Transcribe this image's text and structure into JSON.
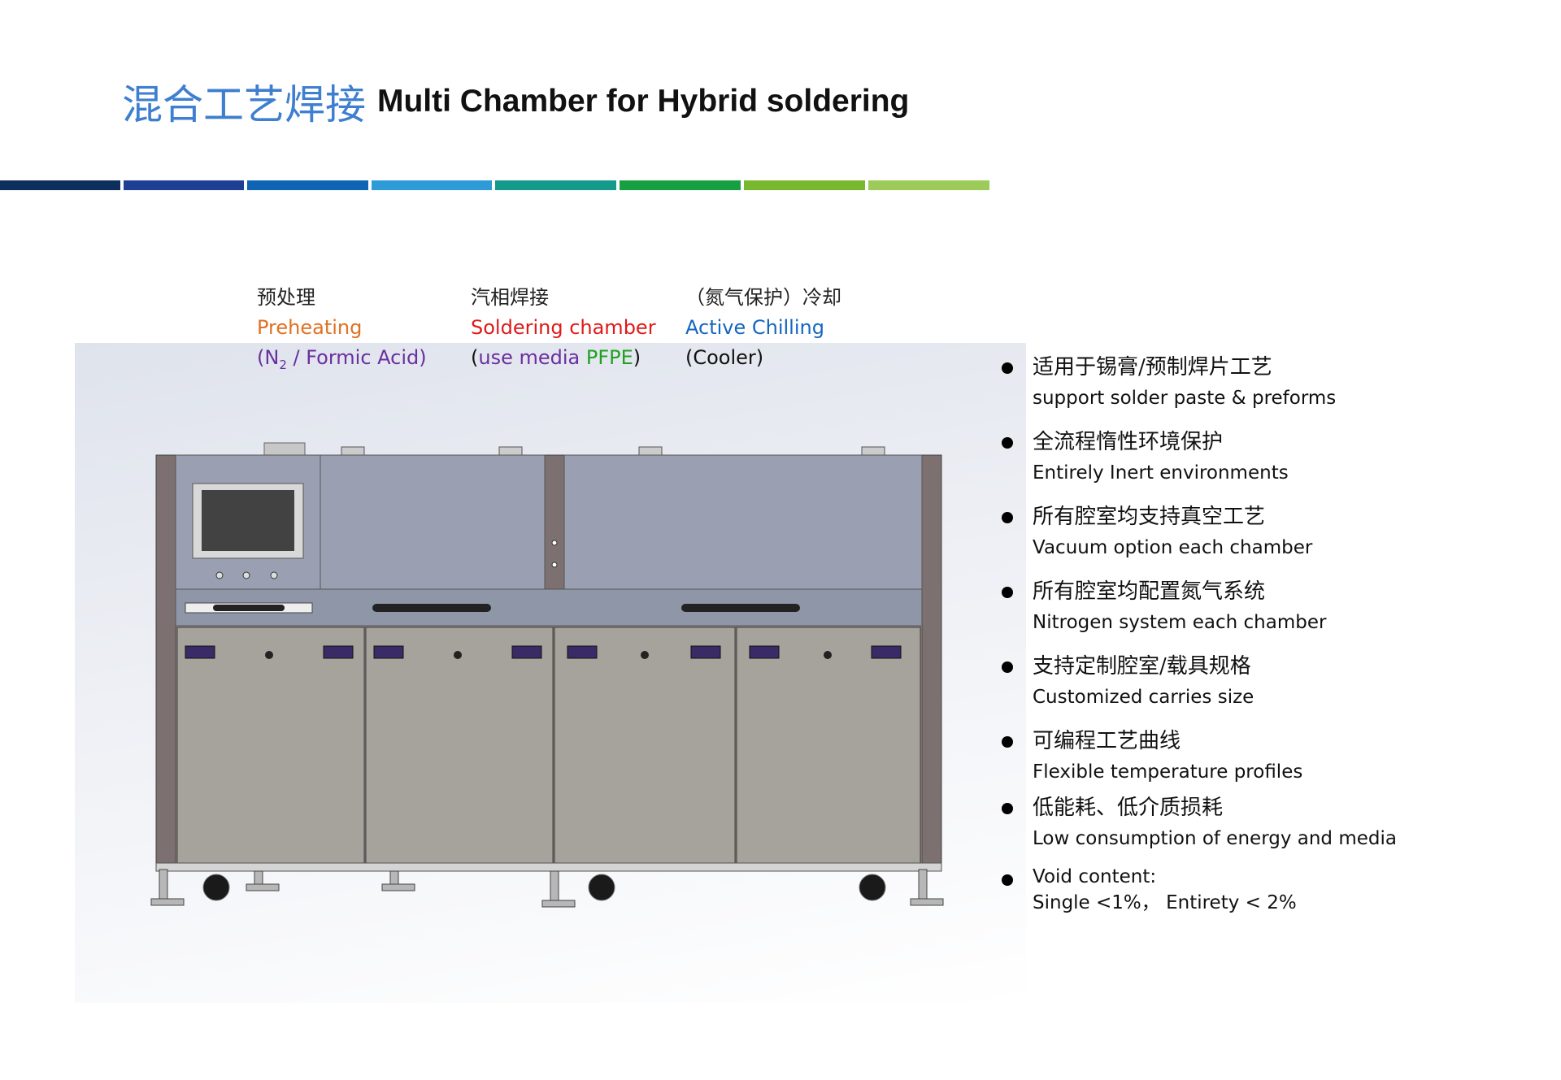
{
  "title": {
    "cn": "混合工艺焊接",
    "en": "Multi Chamber for Hybrid soldering"
  },
  "stripe_colors": [
    "#0d2f5e",
    "#1f3f94",
    "#0f64b4",
    "#2e9ad8",
    "#14998a",
    "#16a043",
    "#79b82e",
    "#9ccb5a"
  ],
  "stages": [
    {
      "cn": "预处理",
      "name": "Preheating",
      "name_color": "#e07020",
      "detail": {
        "pre": "(N",
        "sub": "2",
        "mid": " / Formic Acid)",
        "accent": "",
        "post": ""
      },
      "detail_color": "#6a2fa0"
    },
    {
      "cn": "汽相焊接",
      "name": "Soldering chamber",
      "name_color": "#e01818",
      "detail": {
        "pre": "(",
        "sub": "",
        "mid": "use media ",
        "accent": "PFPE",
        "post": ")"
      },
      "detail_color": "#6a2fa0",
      "accent_color": "#22a022"
    },
    {
      "cn": "（氮气保护）冷却",
      "name": "Active Chilling",
      "name_color": "#1466c0",
      "detail": {
        "pre": "(Cooler)",
        "sub": "",
        "mid": "",
        "accent": "",
        "post": ""
      },
      "detail_color": "#111111"
    }
  ],
  "features": [
    {
      "cn": "适用于锡膏/预制焊片工艺",
      "en": "support solder paste & preforms"
    },
    {
      "cn": "全流程惰性环境保护",
      "en": "Entirely Inert environments"
    },
    {
      "cn": "所有腔室均支持真空工艺",
      "en": "Vacuum option each chamber"
    },
    {
      "cn": "所有腔室均配置氮气系统",
      "en": "Nitrogen system each chamber"
    },
    {
      "cn": "支持定制腔室/载具规格",
      "en": "Customized carries size"
    },
    {
      "cn": "可编程工艺曲线",
      "en": "Flexible temperature profiles"
    },
    {
      "cn": "低能耗、低介质损耗",
      "en": "Low consumption of energy and media"
    },
    {
      "cn": "Void content:",
      "en": "Single <1%， Entirety < 2%"
    }
  ],
  "machine": {
    "frame_color": "#7c7170",
    "upper_color": "#9aa0b2",
    "lower_color": "#a6a39c",
    "screen_color": "#424242",
    "vent_color": "#3a2a66"
  }
}
